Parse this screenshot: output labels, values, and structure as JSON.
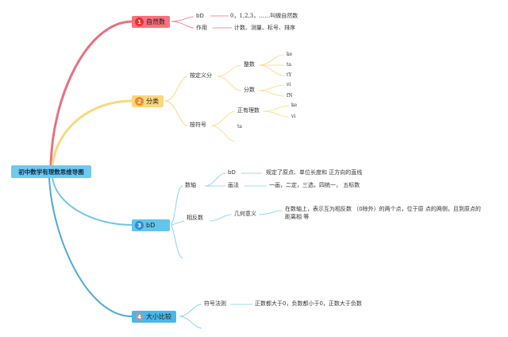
{
  "root": {
    "label": "初中数学有理数思维导图"
  },
  "colors": {
    "branch1": "#e8717f",
    "branch1_bg": "#f7727c",
    "branch1_badge": "#e8312e",
    "branch2": "#f9d87f",
    "branch2_bg": "#fbd77e",
    "branch2_badge": "#f28a1e",
    "branch3": "#6fc6e5",
    "branch3_bg": "#61c5ec",
    "branch3_badge": "#2b8fd6",
    "branch4": "#4fa9d8",
    "branch4_bg": "#4ab7ea",
    "branch4_badge": "#9aa0a8",
    "sub_line": "#7fd0ef",
    "root_bg": "#6ec9f0"
  },
  "branches": [
    {
      "number": "1",
      "label": "自然数",
      "icon": "number-badge-1",
      "items": [
        {
          "label": "bD",
          "value": "0，1,2,3，……叫做自然数"
        },
        {
          "label": "作用",
          "value": "计数、测量、标号、排序"
        }
      ]
    },
    {
      "number": "2",
      "label": "分类",
      "icon": "number-badge-2",
      "groups": [
        {
          "label": "按定义分",
          "children": [
            {
              "label": "整数",
              "leaves": [
                "ke",
                "ta",
                "tY"
              ]
            },
            {
              "label": "分数",
              "leaves": [
                "vi",
                "fN"
              ]
            }
          ]
        },
        {
          "label": "按符号",
          "children": [
            {
              "label": "正有理数",
              "leaves": [
                "ke",
                "vi"
              ]
            },
            {
              "label": "ta",
              "leaves": []
            }
          ]
        }
      ]
    },
    {
      "number": "3",
      "label": "bD",
      "icon": "number-badge-3",
      "groups": [
        {
          "label": "数轴",
          "children": [
            {
              "label": "bD",
              "value": "规定了原点、单位长度和 正方向的直线"
            },
            {
              "label": "画法",
              "value": "一画，二定，三选，四统一， 五标数"
            }
          ]
        },
        {
          "label": "相反数",
          "children": [
            {
              "label": "几何意义",
              "value_line1": "在数轴上，表示互为相反数 （0除外）的两个点，位于原 点的两侧，且到原点的",
              "value_line2": "距离相 等"
            }
          ]
        }
      ]
    },
    {
      "number": "4",
      "label": "大小比较",
      "icon": "number-badge-4",
      "items": [
        {
          "label": "符号法则",
          "value": "正数都大于0，负数都小于0，正数大于负数"
        }
      ]
    }
  ]
}
